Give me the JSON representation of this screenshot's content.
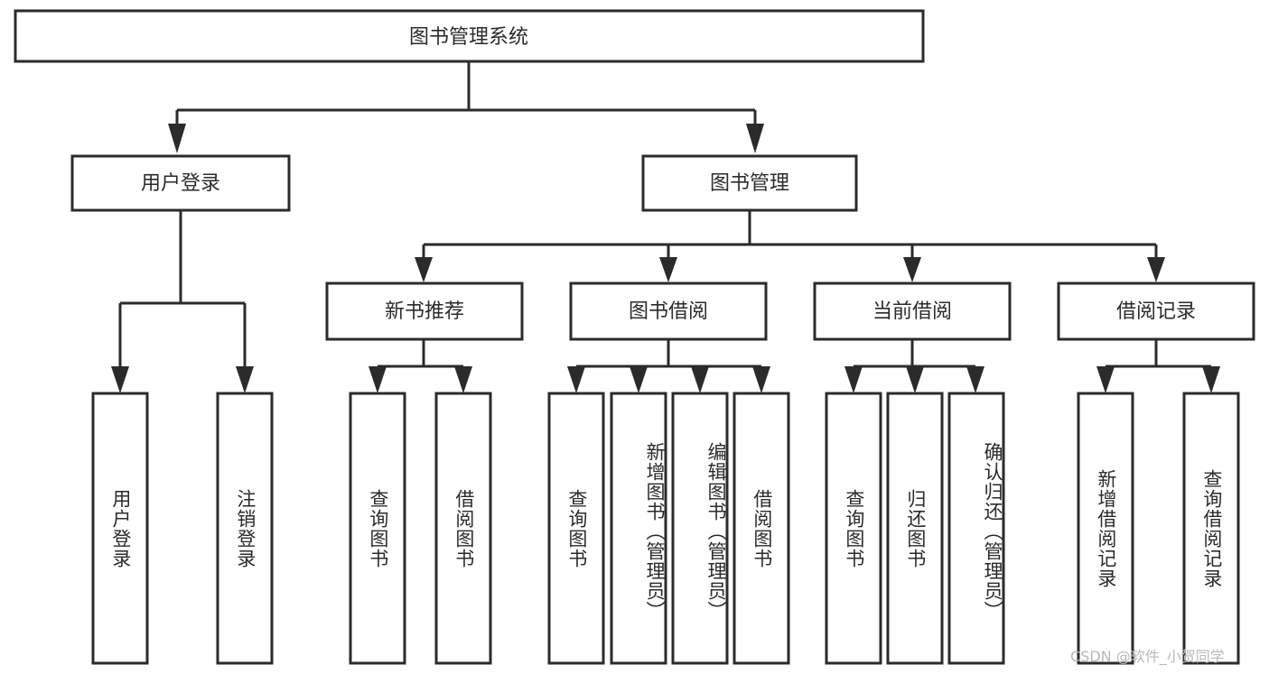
{
  "diagram": {
    "type": "tree-hierarchy-function-structure",
    "root": {
      "id": "root",
      "label": "图书管理系统"
    },
    "level2": [
      {
        "id": "user-login",
        "label": "用户登录"
      },
      {
        "id": "book-management",
        "label": "图书管理"
      }
    ],
    "level3": [
      {
        "id": "new-book-recommend",
        "label": "新书推荐",
        "parent": "book-management"
      },
      {
        "id": "book-borrow",
        "label": "图书借阅",
        "parent": "book-management"
      },
      {
        "id": "current-borrow",
        "label": "当前借阅",
        "parent": "book-management"
      },
      {
        "id": "borrow-record",
        "label": "借阅记录",
        "parent": "book-management"
      }
    ],
    "leaves": {
      "user-login": [
        {
          "id": "leaf-user-login",
          "label": "用户登录"
        },
        {
          "id": "leaf-logout",
          "label": "注销登录"
        }
      ],
      "new-book-recommend": [
        {
          "id": "leaf-query-book-1",
          "label": "查询图书"
        },
        {
          "id": "leaf-borrow-book-1",
          "label": "借阅图书"
        }
      ],
      "book-borrow": [
        {
          "id": "leaf-query-book-2",
          "label": "查询图书"
        },
        {
          "id": "leaf-add-book",
          "label": "新增图书（管理员）"
        },
        {
          "id": "leaf-edit-book",
          "label": "编辑图书（管理员）"
        },
        {
          "id": "leaf-borrow-book-2",
          "label": "借阅图书"
        }
      ],
      "current-borrow": [
        {
          "id": "leaf-query-book-3",
          "label": "查询图书"
        },
        {
          "id": "leaf-return-book",
          "label": "归还图书"
        },
        {
          "id": "leaf-confirm-return",
          "label": "确认归还（管理员）"
        }
      ],
      "borrow-record": [
        {
          "id": "leaf-add-record",
          "label": "新增借阅记录"
        },
        {
          "id": "leaf-query-record",
          "label": "查询借阅记录"
        }
      ]
    }
  },
  "watermark": {
    "text": "CSDN @软件_小贺同学"
  },
  "colors": {
    "stroke": "#2b2b2b",
    "box_fill": "#ffffff",
    "text": "#2b2b2b",
    "background": "#ffffff",
    "watermark": "#b9b9b9"
  }
}
